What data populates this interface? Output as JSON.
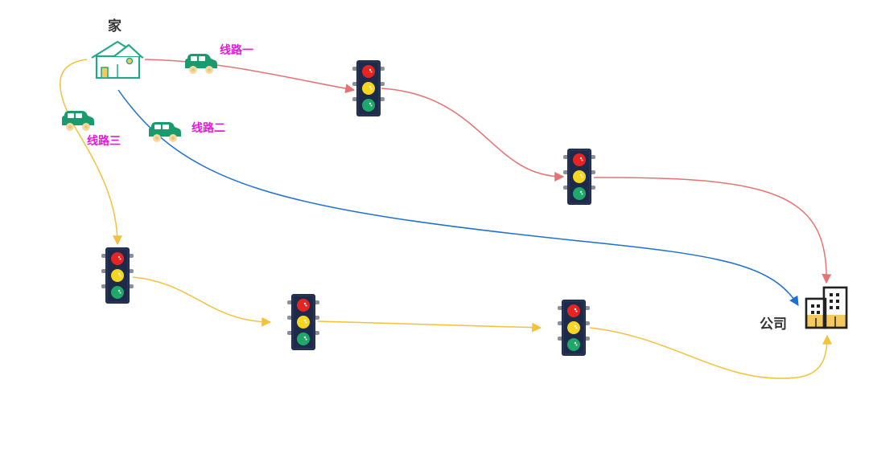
{
  "labels": {
    "home": "家",
    "company": "公司"
  },
  "routes": [
    {
      "id": "route1",
      "label": "线路一",
      "color": "#e57373"
    },
    {
      "id": "route2",
      "label": "线路二",
      "color": "#1e6fd1"
    },
    {
      "id": "route3",
      "label": "线路三",
      "color": "#f5c03a"
    }
  ],
  "colors": {
    "label_text": "#e61bd8",
    "car_body": "#1b9a6e",
    "car_wheel": "#f3d9a0",
    "house": "#23a58a",
    "building_frame": "#222222",
    "building_fill": "#f4c95d",
    "light_housing": "#1e2a4a",
    "light_red": "#e52424",
    "light_yellow": "#f6d622",
    "light_green": "#20a86a"
  },
  "icons": {
    "home": "house-icon",
    "company": "office-building-icon",
    "vehicle": "car-icon",
    "signal": "traffic-light-icon"
  }
}
